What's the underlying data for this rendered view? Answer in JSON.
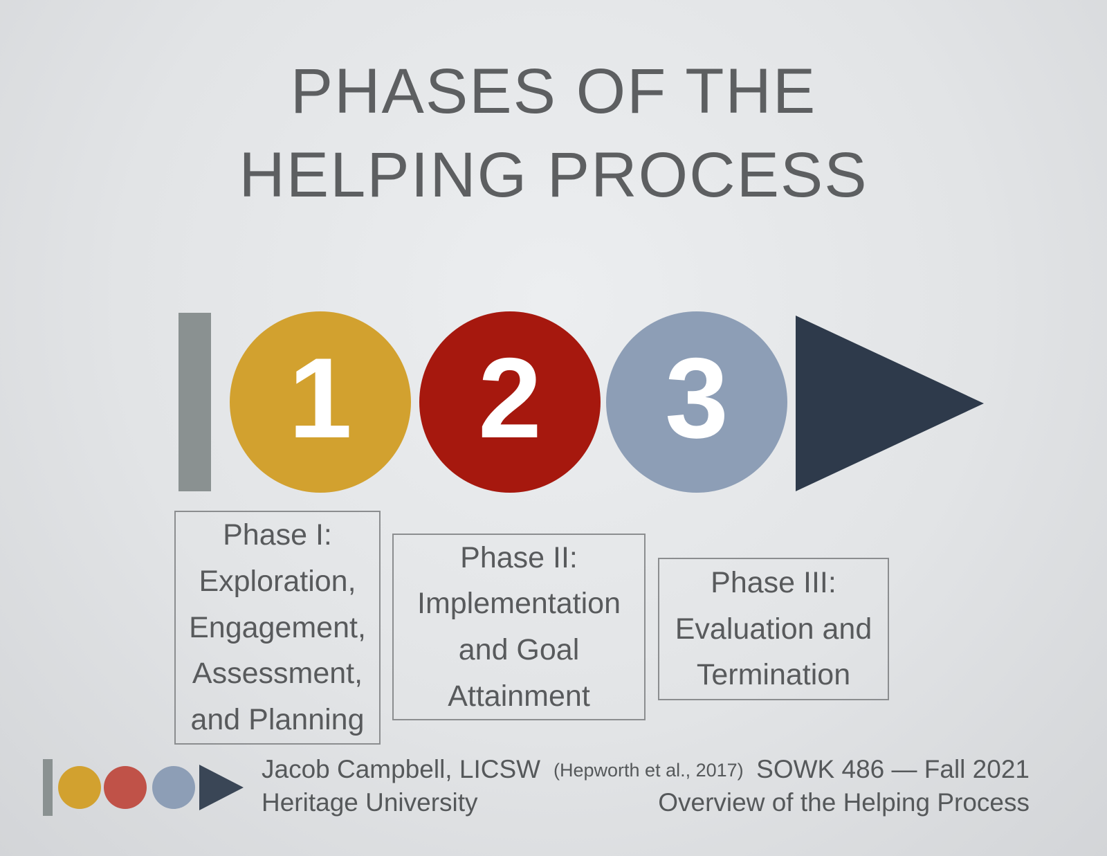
{
  "slide": {
    "title": {
      "line1": "PHASES OF THE",
      "line2": "HELPING PROCESS"
    },
    "diagram": {
      "steps": [
        {
          "number": "1",
          "color": "#d2a12f"
        },
        {
          "number": "2",
          "color": "#a6180e"
        },
        {
          "number": "3",
          "color": "#8d9eb6"
        }
      ],
      "bar_color": "#8a9191",
      "arrow_color": "#2e3a4b"
    },
    "phases": [
      {
        "text": "Phase I:\nExploration,\nEngagement,\nAssessment,\nand Planning"
      },
      {
        "text": "Phase II:\nImplementation\nand Goal\nAttainment"
      },
      {
        "text": "Phase III:\nEvaluation and\nTermination"
      }
    ],
    "footer": {
      "author_line1": "Jacob Campbell, LICSW",
      "author_line2": "Heritage University",
      "citation": "(Hepworth et al., 2017)",
      "course_line1": "SOWK 486 — Fall 2021",
      "course_line2": "Overview of the Helping Process"
    }
  }
}
